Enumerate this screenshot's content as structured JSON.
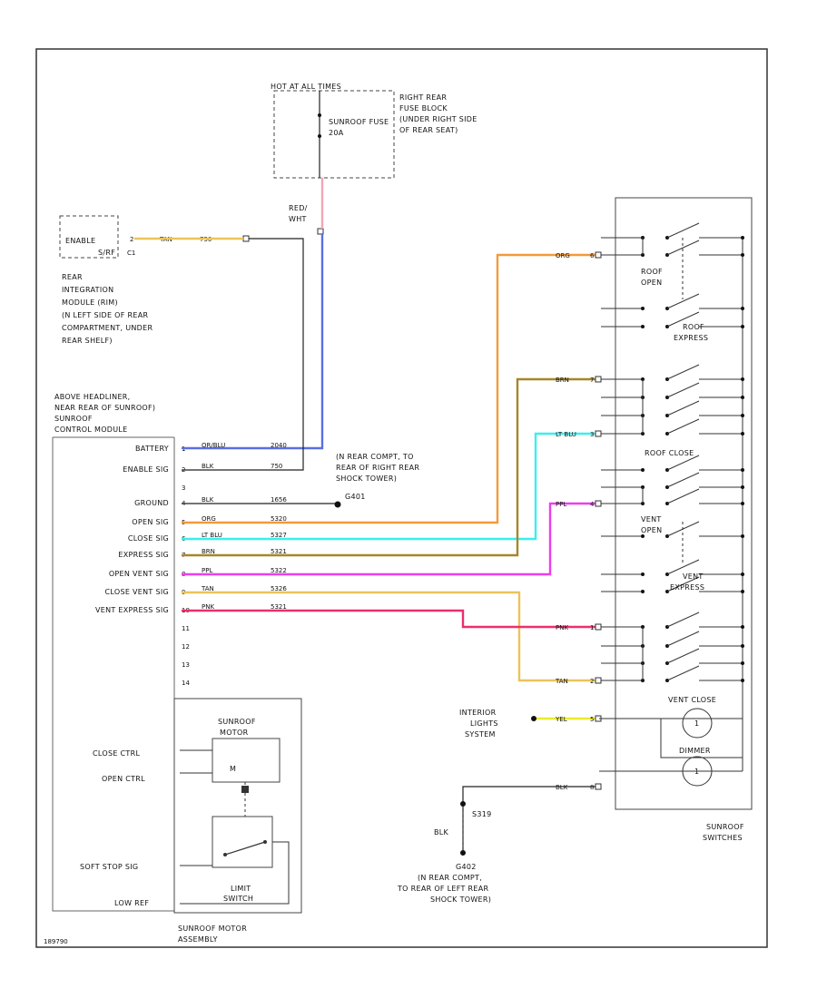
{
  "fuse_block": {
    "hot_label": "HOT AT ALL TIMES",
    "fuse_label": "SUNROOF FUSE",
    "fuse_amp": "20A",
    "location": [
      "RIGHT REAR",
      "FUSE BLOCK",
      "(UNDER RIGHT SIDE",
      "OF REAR SEAT)"
    ],
    "out_wire": [
      "RED/",
      "WHT"
    ]
  },
  "rim": {
    "pin_label": "ENABLE",
    "pin_sub": "S/RF",
    "pin_id": "C1",
    "wire_color": "TAN",
    "wire_gauge": "750",
    "description": [
      "REAR",
      "INTEGRATION",
      "MODULE (RIM)",
      "(N LEFT SIDE OF REAR",
      "COMPARTMENT, UNDER",
      "REAR SHELF)"
    ]
  },
  "control_module": {
    "location": [
      "ABOVE HEADLINER,",
      "NEAR REAR OF SUNROOF)",
      "SUNROOF",
      "CONTROL MODULE"
    ],
    "pins": [
      {
        "name": "BATTERY",
        "num": "1",
        "color": "OR/BLU",
        "circuit": "2040"
      },
      {
        "name": "ENABLE SIG",
        "num": "2",
        "color": "BLK",
        "circuit": "750"
      },
      {
        "name": "",
        "num": "3",
        "color": "",
        "circuit": ""
      },
      {
        "name": "GROUND",
        "num": "4",
        "color": "BLK",
        "circuit": "1656"
      },
      {
        "name": "OPEN SIG",
        "num": "5",
        "color": "ORG",
        "circuit": "5320"
      },
      {
        "name": "CLOSE SIG",
        "num": "6",
        "color": "LT BLU",
        "circuit": "5327"
      },
      {
        "name": "EXPRESS SIG",
        "num": "7",
        "color": "BRN",
        "circuit": "5321"
      },
      {
        "name": "OPEN VENT SIG",
        "num": "8",
        "color": "PPL",
        "circuit": "5322"
      },
      {
        "name": "CLOSE VENT SIG",
        "num": "9",
        "color": "TAN",
        "circuit": "5326"
      },
      {
        "name": "VENT EXPRESS SIG",
        "num": "10",
        "color": "PNK",
        "circuit": "5321"
      },
      {
        "name": "",
        "num": "11",
        "color": "",
        "circuit": ""
      },
      {
        "name": "",
        "num": "12",
        "color": "",
        "circuit": ""
      },
      {
        "name": "",
        "num": "13",
        "color": "",
        "circuit": ""
      },
      {
        "name": "",
        "num": "14",
        "color": "",
        "circuit": ""
      }
    ]
  },
  "ground_g401": [
    "(N REAR COMPT, TO",
    "REAR OF RIGHT REAR",
    "SHOCK TOWER)",
    "G401"
  ],
  "motor_assembly": {
    "title": [
      "SUNROOF MOTOR",
      "ASSEMBLY"
    ],
    "motor_label": [
      "SUNROOF",
      "MOTOR"
    ],
    "close_ctrl": "CLOSE CTRL",
    "open_ctrl": "OPEN CTRL",
    "soft_stop": "SOFT STOP SIG",
    "low_ref": "LOW REF",
    "limit_switch": [
      "LIMIT",
      "SWITCH"
    ]
  },
  "switches": {
    "title": [
      "SUNROOF",
      "SWITCHES"
    ],
    "labels": {
      "roof_open": [
        "ROOF",
        "OPEN"
      ],
      "roof_express": [
        "ROOF",
        "EXPRESS"
      ],
      "roof_close": "ROOF CLOSE",
      "vent_open": [
        "VENT",
        "OPEN"
      ],
      "vent_express": [
        "VENT",
        "EXPRESS"
      ],
      "vent_close": "VENT CLOSE",
      "dimmer": "DIMMER"
    },
    "pins": [
      {
        "color": "ORG",
        "num": "6"
      },
      {
        "color": "BRN",
        "num": "7"
      },
      {
        "color": "LT BLU",
        "num": "3"
      },
      {
        "color": "PPL",
        "num": "4"
      },
      {
        "color": "PNK",
        "num": "1"
      },
      {
        "color": "TAN",
        "num": "2"
      },
      {
        "color": "YEL",
        "num": "5"
      },
      {
        "color": "BLK",
        "num": "8"
      }
    ]
  },
  "interior_lights": [
    "INTERIOR",
    "LIGHTS",
    "SYSTEM"
  ],
  "ground_g402": {
    "splice": "S319",
    "wire": "BLK",
    "label": [
      "G402",
      "(N REAR COMPT,",
      "TO REAR OF LEFT REAR",
      "SHOCK TOWER)"
    ]
  },
  "footer_code": "189790",
  "wire_colors": {
    "red_wht": "#f2a6b6",
    "or_blu": "#5b6fe0",
    "orange": "#f39a3a",
    "lt_blu": "#39f0ec",
    "brown": "#a58728",
    "purple": "#ee3cee",
    "tan": "#eac458",
    "pink": "#ec2e6e",
    "yellow": "#eaea2a",
    "black": "#333333"
  }
}
